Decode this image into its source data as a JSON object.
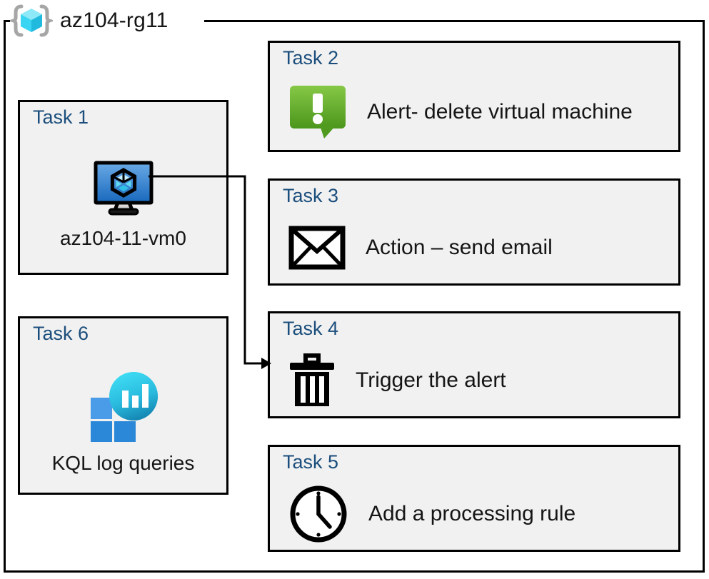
{
  "resource_group": {
    "title": "az104-rg11",
    "icon": "resource-group-cube-icon",
    "border_color": "#000000"
  },
  "theme": {
    "card_background": "#f1f1f1",
    "card_border": "#000000",
    "task_label_color": "#1b4e7c",
    "caption_color": "#151515",
    "alert_green_light": "#7cc142",
    "alert_green_dark": "#4f9a1f",
    "vm_blue_light": "#5fa3e0",
    "vm_blue_dark": "#1a6ec0",
    "kql_square_light": "#4a9be8",
    "kql_square_dark": "#2b88d8",
    "kql_bubble_light": "#36cdeb",
    "kql_bubble_dark": "#1585b5"
  },
  "cards": {
    "task1": {
      "label": "Task 1",
      "caption": "az104-11-vm0",
      "icon": "virtual-machine-icon"
    },
    "task2": {
      "label": "Task 2",
      "caption": "Alert- delete virtual machine",
      "icon": "alert-exclamation-icon"
    },
    "task3": {
      "label": "Task 3",
      "caption": "Action – send email",
      "icon": "email-envelope-icon"
    },
    "task4": {
      "label": "Task 4",
      "caption": "Trigger the alert",
      "icon": "trash-delete-icon"
    },
    "task5": {
      "label": "Task 5",
      "caption": "Add a processing rule",
      "icon": "clock-icon"
    },
    "task6": {
      "label": "Task 6",
      "caption": "KQL log queries",
      "icon": "log-analytics-icon"
    }
  },
  "connector": {
    "from": "virtual-machine-icon",
    "to": "task4-card",
    "arrow": "arrow-right"
  }
}
